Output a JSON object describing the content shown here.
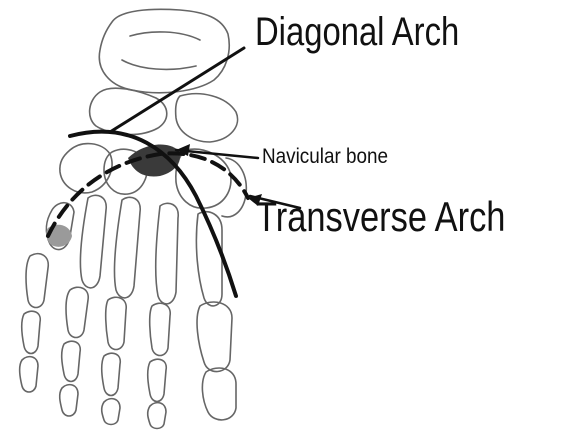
{
  "labels": {
    "diagonal_arch": "Diagonal Arch",
    "navicular_bone": "Navicular bone",
    "transverse_arch": "Transverse Arch"
  },
  "colors": {
    "outline": "#666666",
    "arch_line": "#111111",
    "shaded_bone": "#3a3a3a",
    "shaded_light": "#9a9a9a"
  }
}
